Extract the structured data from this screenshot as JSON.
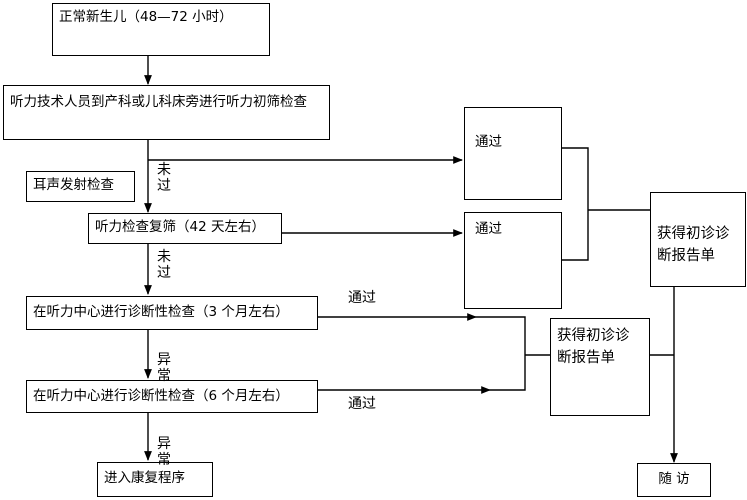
{
  "nodes": {
    "newborn": "正常新生儿（48—72 小时）",
    "initial_screen": "听力技术人员到产科或儿科床旁进行听力初筛检查",
    "oae": "耳声发射检查",
    "rescreen": "听力检查复筛（42 天左右）",
    "diag_3m": "在听力中心进行诊断性检查（3 个月左右）",
    "diag_6m": "在听力中心进行诊断性检查（6 个月左右）",
    "rehab": "进入康复程序",
    "pass_1": "通过",
    "pass_2": "通过",
    "report_1": "获得初诊诊断报告单",
    "report_2": "获得初诊诊断报告单",
    "follow_up": "随 访"
  },
  "edge_labels": {
    "fail_1": "未过",
    "fail_2": "未过",
    "abnormal_1": "异常",
    "abnormal_2": "异常",
    "pass_3m": "通过",
    "pass_6m": "通过"
  }
}
